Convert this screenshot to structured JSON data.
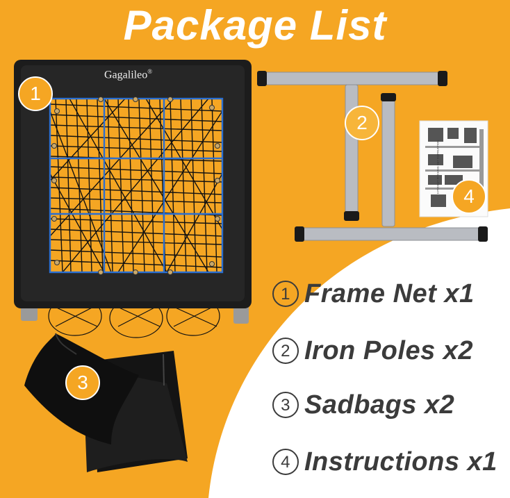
{
  "title": "Package List",
  "brand": "Gagalileo",
  "brand_mark": "®",
  "badges": [
    "1",
    "2",
    "3",
    "4"
  ],
  "items": [
    {
      "num": "1",
      "label": "Frame Net x1"
    },
    {
      "num": "2",
      "label": "Iron Poles x2"
    },
    {
      "num": "3",
      "label": "Sadbags x2"
    },
    {
      "num": "4",
      "label": "Instructions x1"
    }
  ],
  "manual_title": "9 POCKET PITCHING NET INSTRUCTION",
  "colors": {
    "background": "#f5a623",
    "frame": "#1c1c1c",
    "net_blue": "#2b6fd1",
    "poles": "#b9bcc2",
    "text": "#3b3b3b"
  }
}
